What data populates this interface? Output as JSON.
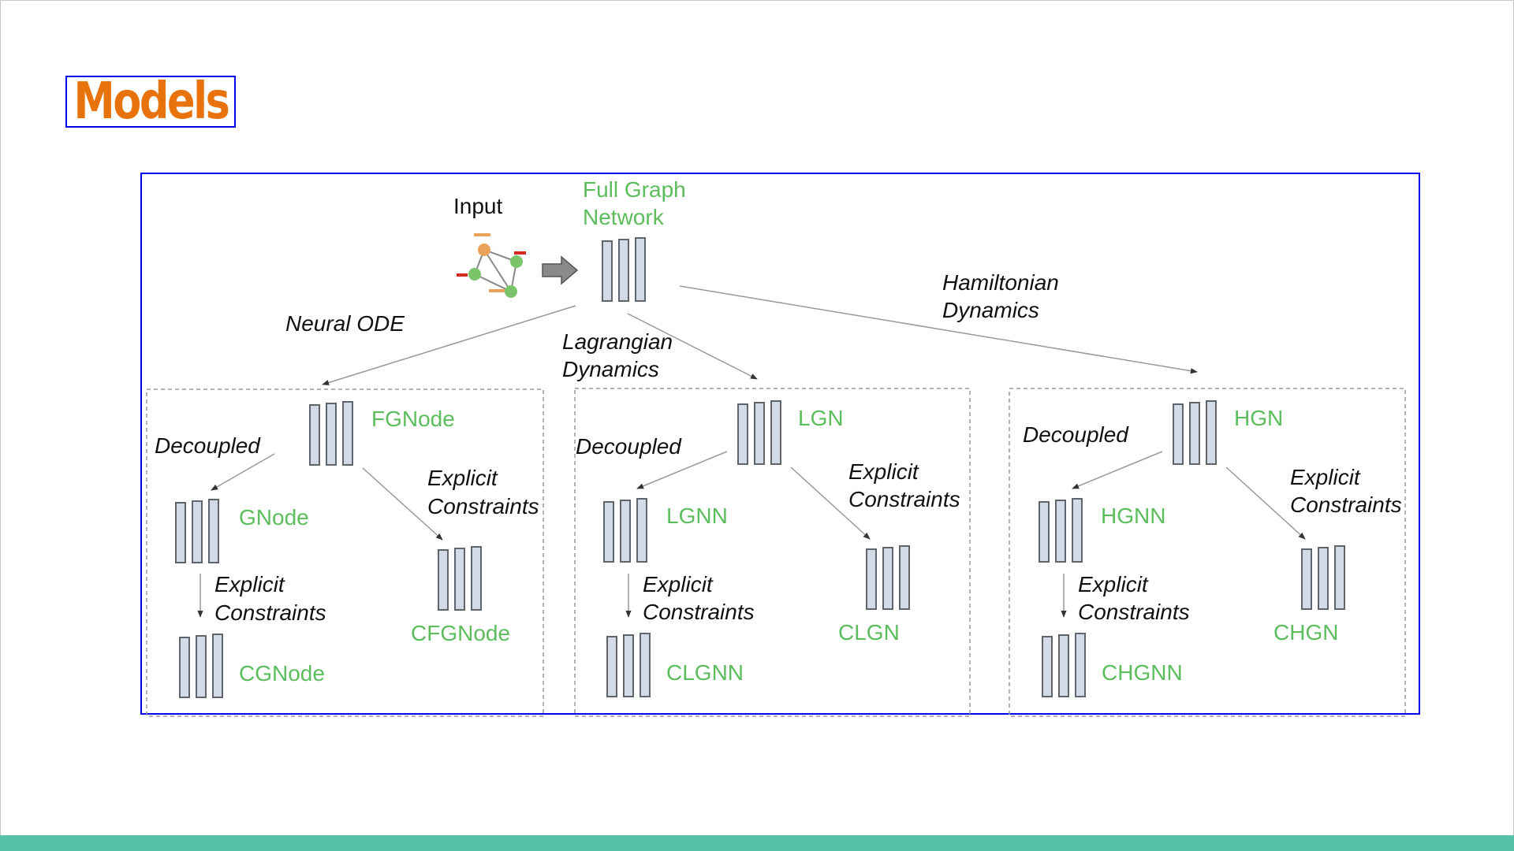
{
  "slide": {
    "title": "Models"
  },
  "diagram": {
    "input_label": "Input",
    "root_label_line1": "Full Graph",
    "root_label_line2": "Network",
    "edges": {
      "neural_ode": "Neural ODE",
      "lagrangian_line1": "Lagrangian",
      "lagrangian_line2": "Dynamics",
      "hamiltonian_line1": "Hamiltonian",
      "hamiltonian_line2": "Dynamics"
    },
    "groups": [
      {
        "top": "FGNode",
        "decoupled": "Decoupled",
        "explicit_line1": "Explicit",
        "explicit_line2": "Constraints",
        "decoupled_model": "GNode",
        "constrained_full": "CFGNode",
        "constrained_decoupled": "CGNode"
      },
      {
        "top": "LGN",
        "decoupled": "Decoupled",
        "explicit_line1": "Explicit",
        "explicit_line2": "Constraints",
        "decoupled_model": "LGNN",
        "constrained_full": "CLGN",
        "constrained_decoupled": "CLGNN"
      },
      {
        "top": "HGN",
        "decoupled": "Decoupled",
        "explicit_line1": "Explicit",
        "explicit_line2": "Constraints",
        "decoupled_model": "HGNN",
        "constrained_full": "CHGN",
        "constrained_decoupled": "CHGNN"
      }
    ]
  },
  "colors": {
    "title": "#e8720c",
    "frame": "#0000ee",
    "model_label": "#5cbd5c",
    "footer": "#56c2a6",
    "node_orange": "#e8a25a",
    "node_green": "#7cc46a",
    "tick_red": "#d42a1f"
  }
}
